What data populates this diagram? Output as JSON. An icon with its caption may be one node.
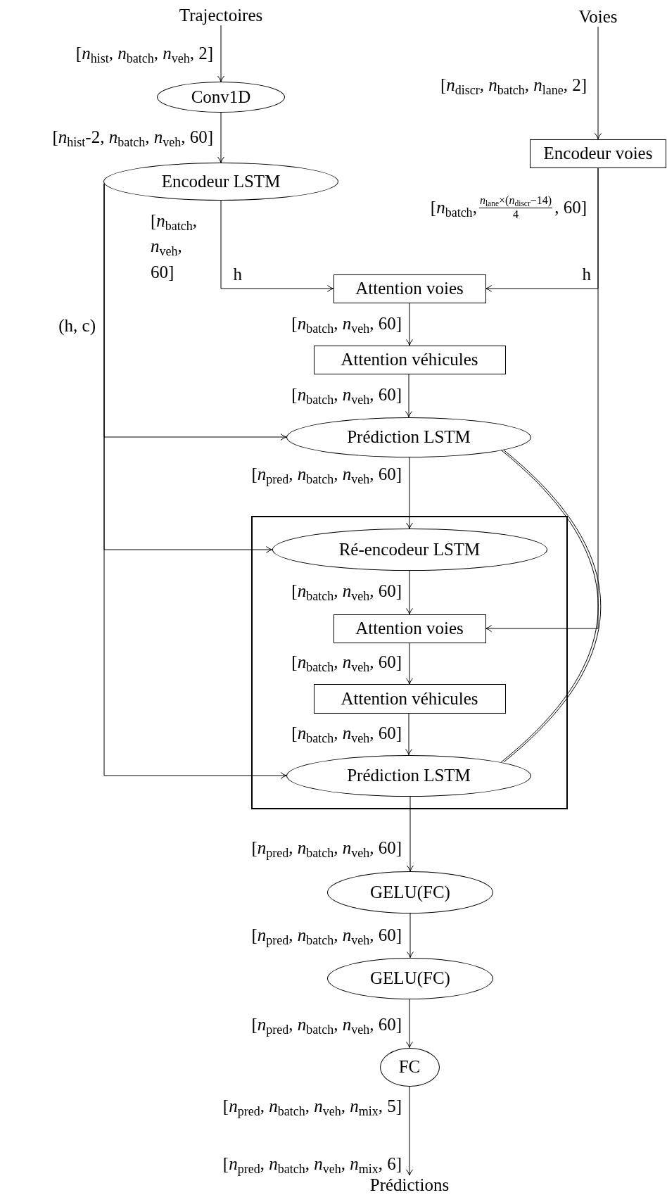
{
  "diagram": {
    "nodes": [
      {
        "text": [
          "Trajectoires"
        ]
      },
      {
        "text": [
          "Voies"
        ]
      },
      {
        "text": [
          "Conv1D"
        ]
      },
      {
        "text": [
          "Encodeur voies"
        ]
      },
      {
        "text": [
          "Encodeur LSTM"
        ]
      },
      {
        "text": [
          "Attention voies"
        ]
      },
      {
        "text": [
          "Attention véhicules"
        ]
      },
      {
        "text": [
          "Prédiction LSTM"
        ]
      },
      {
        "text": [],
        "shape": "box"
      },
      {
        "text": [
          "Ré-encodeur LSTM"
        ],
        "in": 8
      },
      {
        "text": [
          "Attention voies"
        ],
        "in": 8
      },
      {
        "text": [
          "Attention véhicules"
        ],
        "in": 8
      },
      {
        "text": [
          "Prédiction LSTM"
        ],
        "in": 8
      },
      {
        "text": [
          "GELU(FC)"
        ]
      },
      {
        "text": [
          "GELU(FC)"
        ]
      },
      {
        "text": [
          "FC"
        ]
      },
      {
        "text": [
          "Prédictions"
        ]
      }
    ],
    "edges": [
      {
        "from": 0,
        "to": 2,
        "arrow": "to",
        "label": "[*n*$_{hist}$, *n*$_{batch}$, *n*$_{veh}$, 2]"
      },
      {
        "from": 2,
        "to": 4,
        "arrow": "to",
        "label": "[*n*$_{hist}$-2, *n*$_{batch}$, *n*$_{veh}$, 60]"
      },
      {
        "from": 1,
        "to": 3,
        "arrow": "to",
        "label": "[*n*$_{discr}$, *n*$_{batch}$, *n*$_{lane}$, 2]"
      },
      {
        "from": 4,
        "to": 5,
        "arrow": "to",
        "label": "h"
      },
      {
        "from": 3,
        "to": 5,
        "arrow": "to",
        "label": "h"
      },
      {
        "from": 4,
        "to": 7,
        "arrow": "to",
        "label": "(h, c)"
      },
      {
        "from": 5,
        "to": 6,
        "arrow": "to",
        "label": "[*n*$_{batch}$, *n*$_{veh}$, 60]"
      },
      {
        "from": 6,
        "to": 7,
        "arrow": "to",
        "label": "[*n*$_{batch}$, *n*$_{veh}$, 60]"
      },
      {
        "from": 7,
        "to": 9,
        "arrow": "to",
        "label": "[*n*$_{pred}$, *n*$_{batch}$, *n*$_{veh}$, 60]"
      },
      {
        "from": 4,
        "to": 9,
        "arrow": "to"
      },
      {
        "from": 9,
        "to": 10,
        "arrow": "to",
        "label": "[*n*$_{batch}$, *n*$_{veh}$, 60]"
      },
      {
        "from": 3,
        "to": 10,
        "arrow": "to"
      },
      {
        "from": 10,
        "to": 11,
        "arrow": "to",
        "label": "[*n*$_{batch}$, *n*$_{veh}$, 60]"
      },
      {
        "from": 11,
        "to": 12,
        "arrow": "to",
        "label": "[*n*$_{batch}$, *n*$_{veh}$, 60]"
      },
      {
        "from": 4,
        "to": 12,
        "arrow": "to"
      },
      {
        "from": 12,
        "to": 7,
        "arrow": "none"
      },
      {
        "from": 12,
        "to": 13,
        "arrow": "to",
        "label": "[*n*$_{pred}$, *n*$_{batch}$, *n*$_{veh}$, 60]"
      },
      {
        "from": 13,
        "to": 14,
        "arrow": "to",
        "label": "[*n*$_{pred}$, *n*$_{batch}$, *n*$_{veh}$, 60]"
      },
      {
        "from": 14,
        "to": 15,
        "arrow": "to",
        "label": "[*n*$_{pred}$, *n*$_{batch}$, *n*$_{veh}$, 60]"
      },
      {
        "from": 15,
        "to": 16,
        "arrow": "to",
        "label": "[*n*$_{pred}$, *n*$_{batch}$, *n*$_{veh}$, *n*$_{mix}$, 5]"
      }
    ],
    "labels": [
      "[*n*$_{batch}$, *n*$_{veh}$, 60]",
      "[*n*$_{batch}$,",
      "*n*$_{lane}$×(*n*$_{discr}$−14)",
      "4",
      ", 60]",
      "[*n*$_{pred}$, *n*$_{batch}$, *n*$_{veh}$, *n*$_{mix}$, 6]"
    ]
  }
}
